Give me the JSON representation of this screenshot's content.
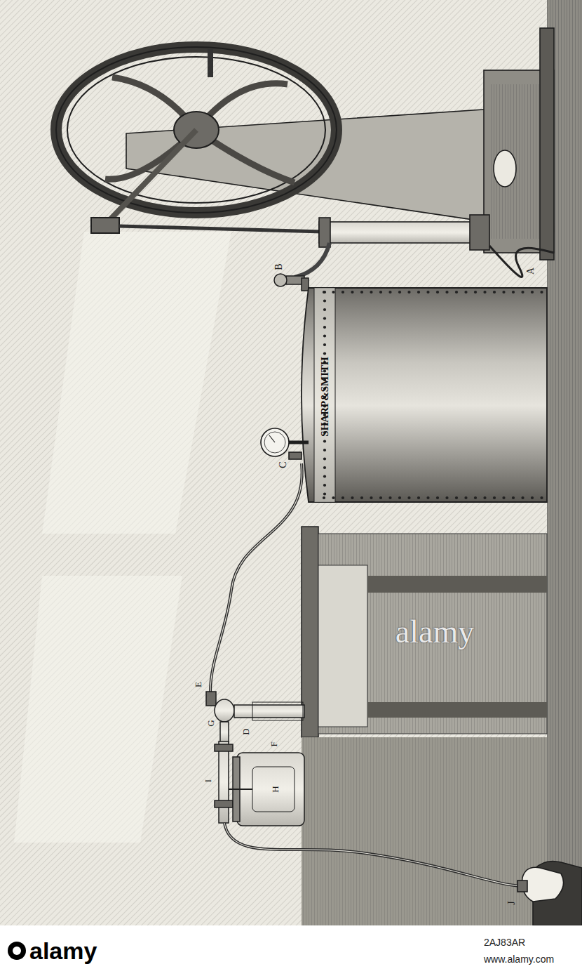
{
  "diagram": {
    "labels": [
      "A",
      "B",
      "C",
      "SHARP&SMITH",
      "E",
      "G",
      "D",
      "F",
      "H",
      "I",
      "J",
      "alamy",
      "alamy",
      "2AJ83AR",
      "www.alamy.com"
    ]
  }
}
